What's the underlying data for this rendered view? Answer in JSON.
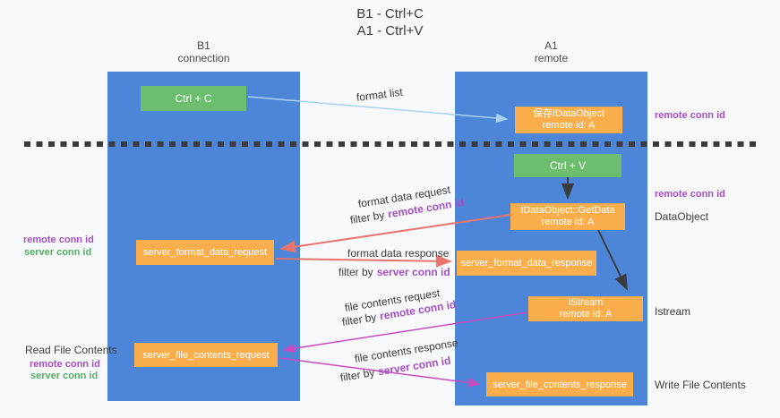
{
  "title": {
    "line1": "B1 - Ctrl+C",
    "line2": "A1 - Ctrl+V"
  },
  "columns": {
    "left": {
      "name": "B1",
      "role": "connection"
    },
    "right": {
      "name": "A1",
      "role": "remote"
    }
  },
  "boxes": {
    "ctrl_c": "Ctrl + C",
    "ctrl_v": "Ctrl + V",
    "save_dataobject": {
      "line1": "保存IDataObject",
      "line2": "remote id: A"
    },
    "getdata": {
      "line1": "IDataObject::GetData",
      "line2": "remote id: A"
    },
    "istream": {
      "line1": "IStream",
      "line2": "remote id: A"
    },
    "format_request": "server_format_data_request",
    "format_response": "server_format_data_response",
    "file_request": "server_file_contents_request",
    "file_response": "server_file_contents_response"
  },
  "arrow_labels": {
    "format_list": "format list",
    "format_data_request": "format data request",
    "format_data_response": "format data response",
    "file_contents_request": "file contents request",
    "file_contents_response": "file contents response",
    "filter_by": "filter by"
  },
  "side_labels": {
    "remote_conn_id": "remote conn id",
    "server_conn_id": "server conn id",
    "dataobject": "DataObject",
    "istream": "Istream",
    "read_file_contents": "Read File Contents",
    "write_file_contents": "Write File Contents"
  },
  "colors": {
    "lane_blue": "#4d86d8",
    "box_orange": "#f9ae4b",
    "box_green": "#6cbe6e",
    "arrow_light_blue": "#a9d3f2",
    "arrow_salmon": "#e8746e",
    "arrow_magenta": "#c84bc0",
    "arrow_black": "#3b3b3b",
    "label_purple": "#a44fc5",
    "label_green": "#53ae63",
    "dashed_line": "#3a3a3a",
    "background": "#f8f9fa"
  }
}
